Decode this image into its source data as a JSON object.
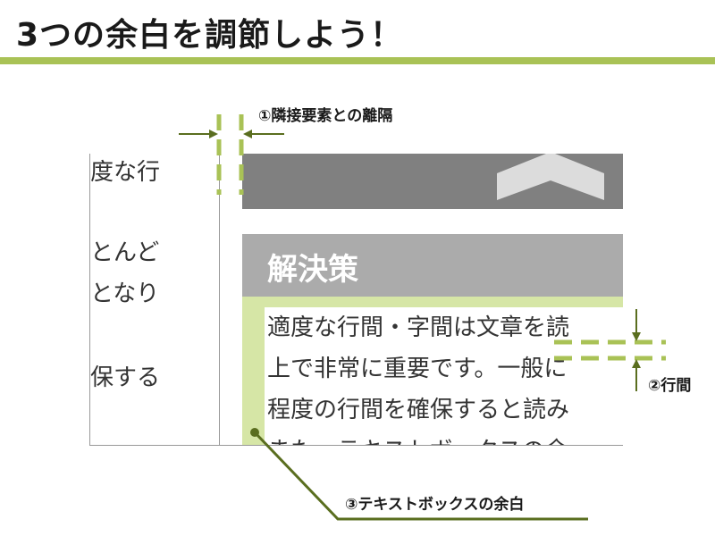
{
  "slide": {
    "title": "3つの余白を調節しよう！"
  },
  "left_column": {
    "lines": [
      "度な行",
      "とんど",
      "となり",
      "保する"
    ]
  },
  "solution": {
    "heading": "解決策",
    "lines": [
      "適度な行間・字間は文章を読",
      "上で非常に重要です。一般に",
      "程度の行間を確保すると読み",
      "また、テキストボックスの余"
    ]
  },
  "annotations": {
    "adjacent_spacing": "①隣接要素との離隔",
    "line_spacing": "②行間",
    "textbox_margin": "③テキストボックスの余白"
  },
  "colors": {
    "accent": "#a9c256",
    "leader": "#5a6e1f",
    "light_green": "#d6e6a6",
    "bar_dark": "#808080",
    "bar_light": "#ababab"
  }
}
